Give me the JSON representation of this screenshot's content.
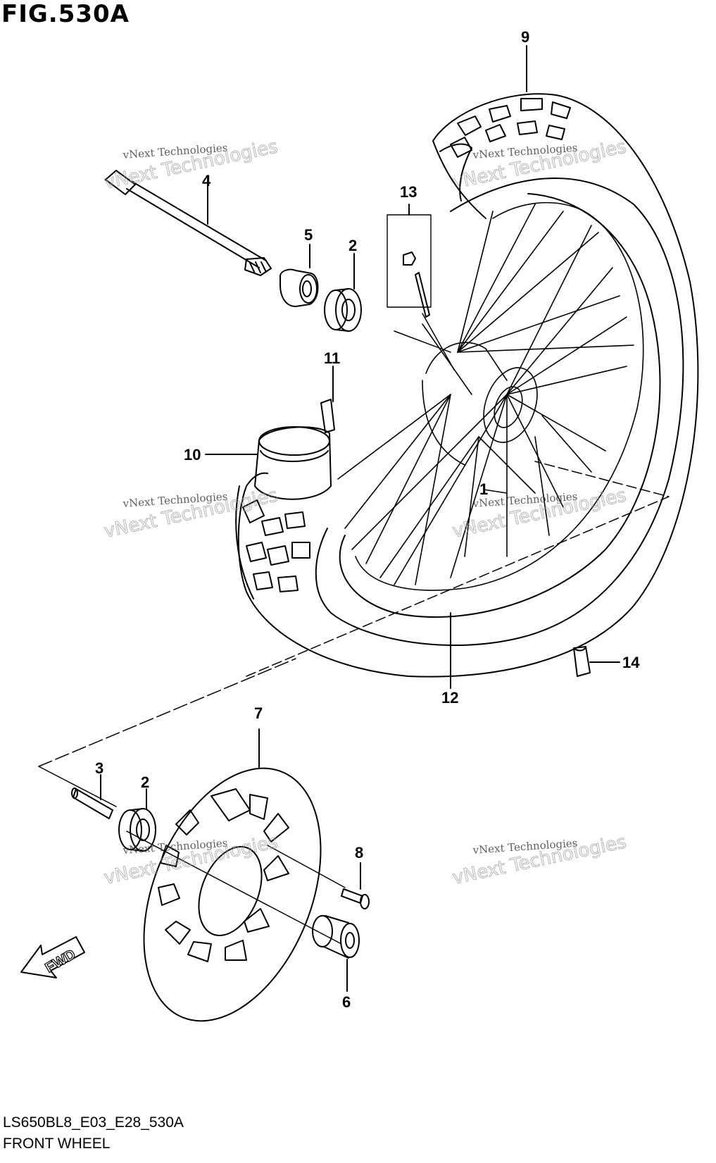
{
  "figure": {
    "title": "FIG.530A"
  },
  "footer": {
    "code": "LS650BL8_E03_E28_530A",
    "name": "FRONT WHEEL"
  },
  "fwd_label": "FWD",
  "watermark": {
    "line1": "vNext Technologies",
    "line2": "vNext Technologies"
  },
  "part_labels": {
    "p1": "1",
    "p2a": "2",
    "p2b": "2",
    "p3": "3",
    "p4": "4",
    "p5": "5",
    "p6": "6",
    "p7": "7",
    "p8": "8",
    "p9": "9",
    "p10": "10",
    "p11": "11",
    "p12": "12",
    "p13": "13",
    "p14": "14"
  }
}
